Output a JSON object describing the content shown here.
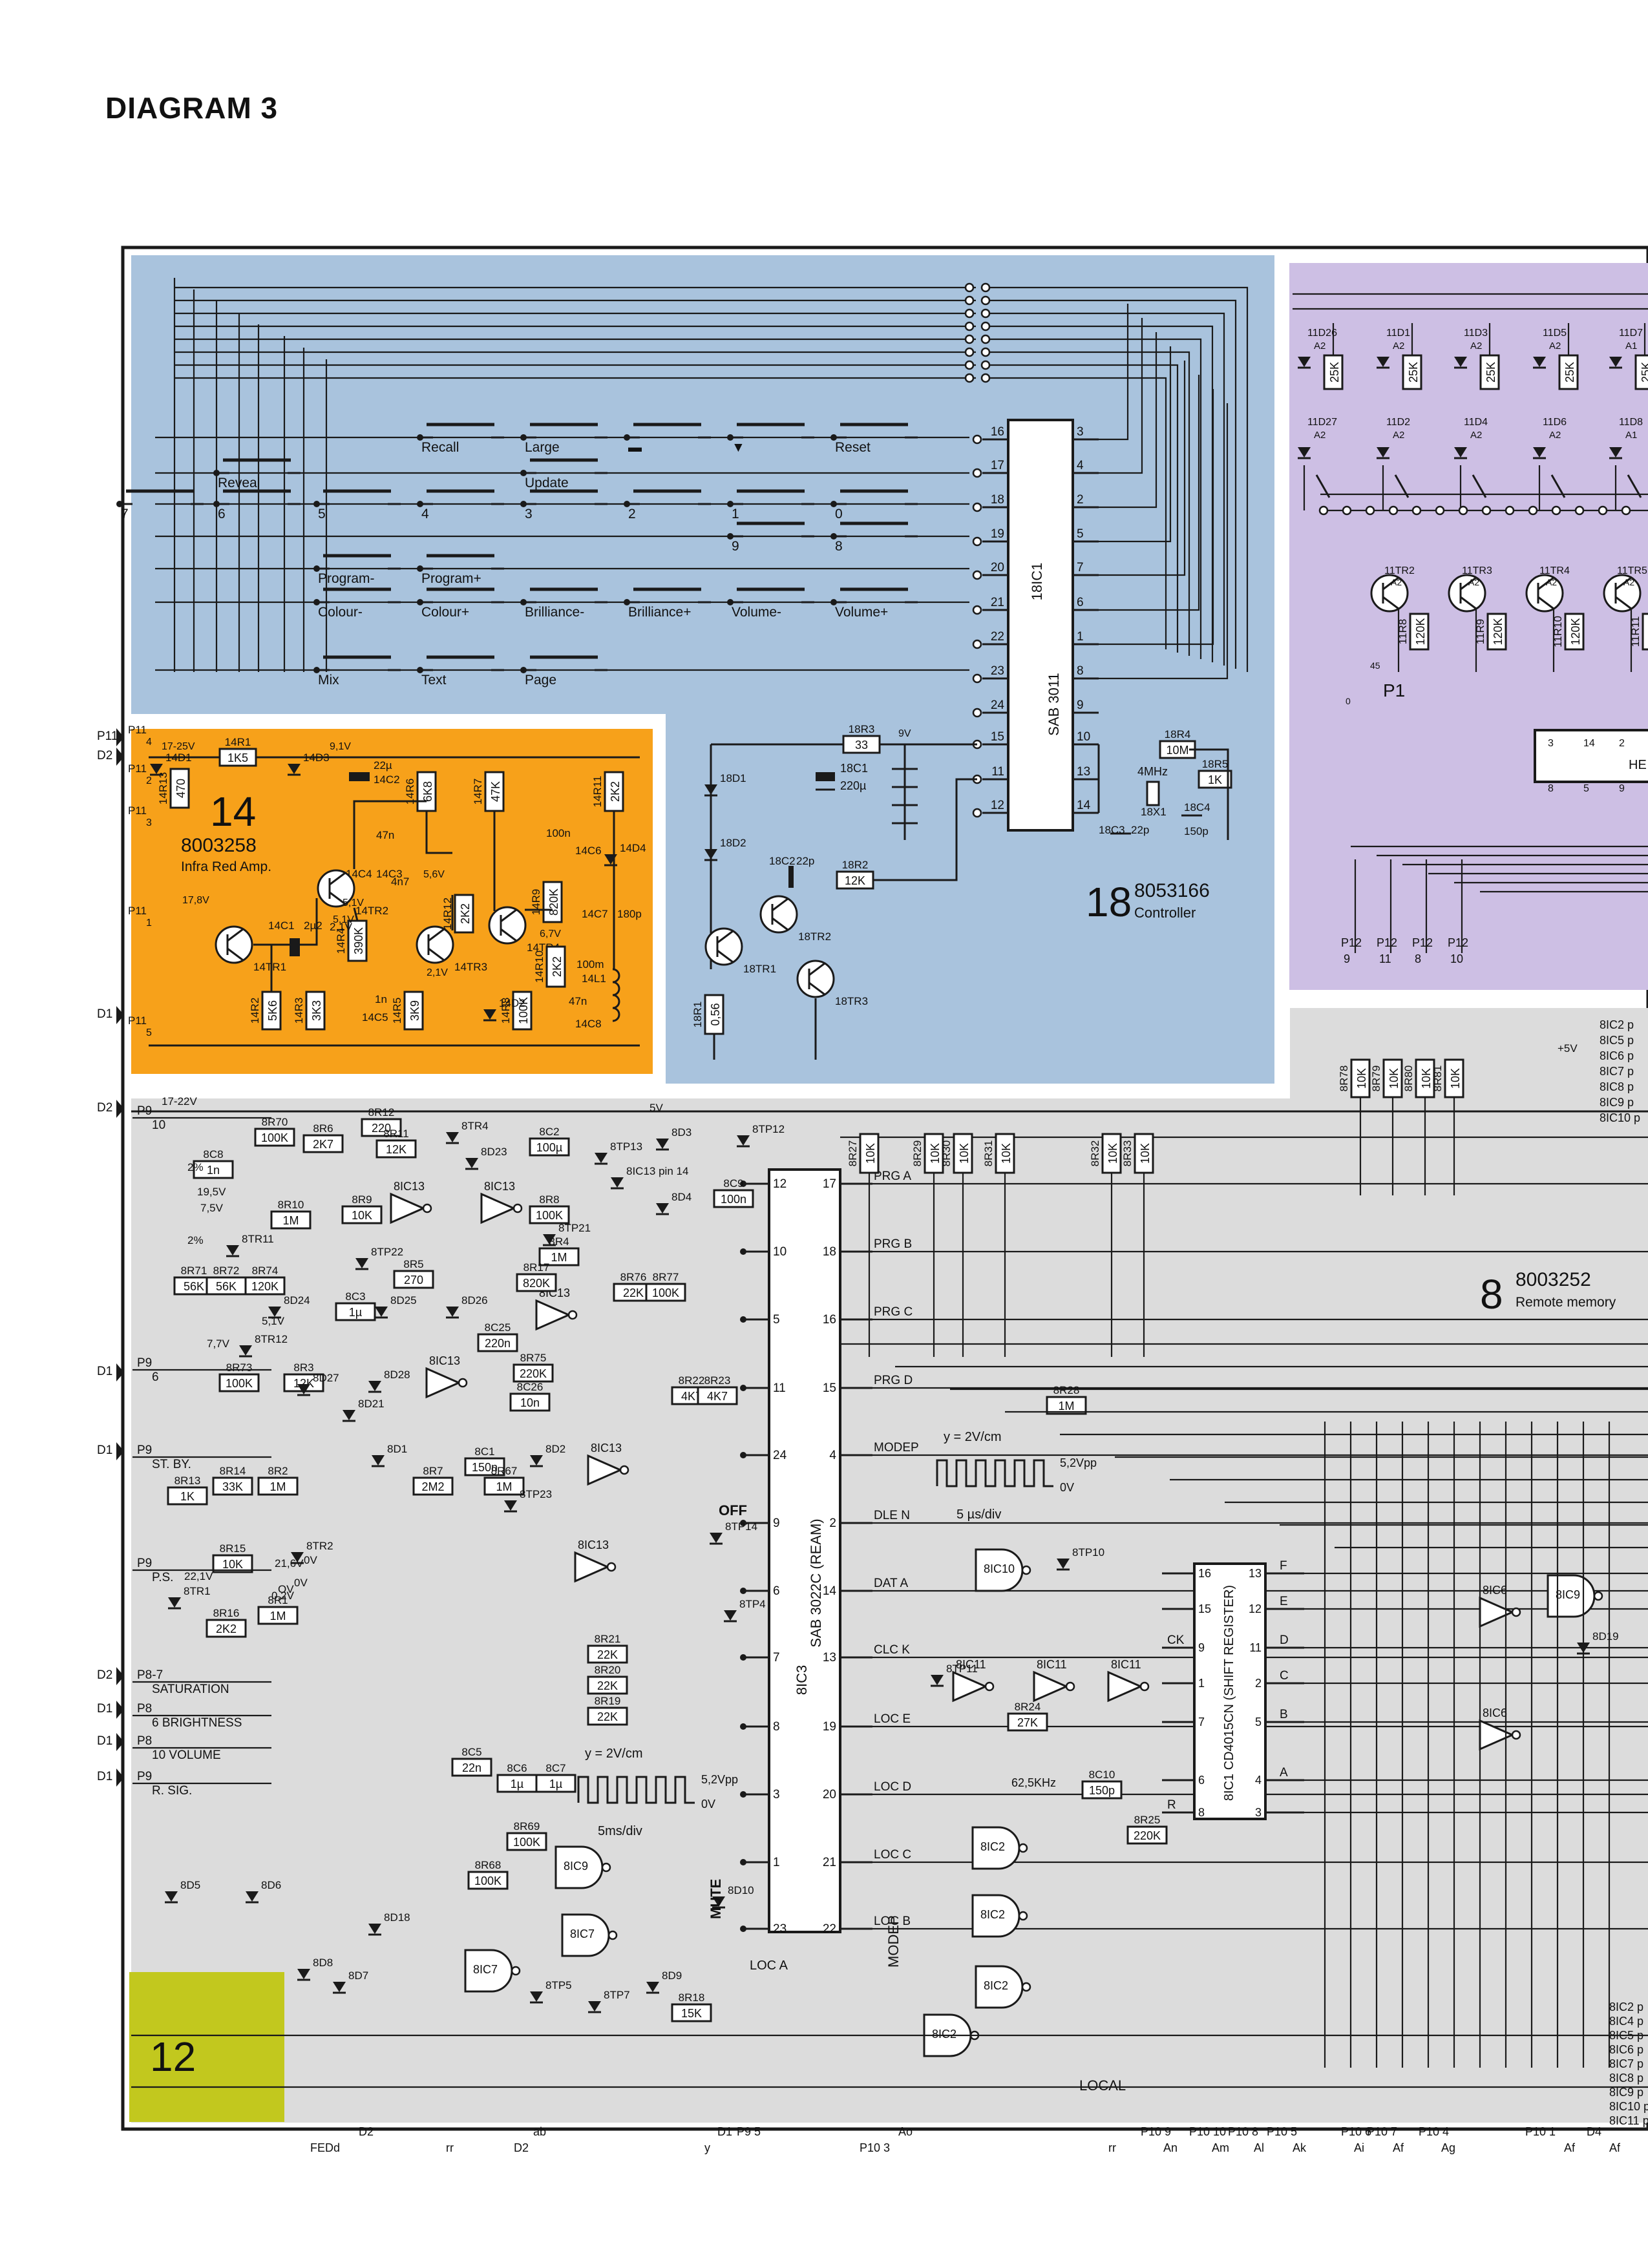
{
  "title": "DIAGRAM 3",
  "colors": {
    "controller_panel": "#a9c3dd",
    "ir_amp_panel": "#f7a11a",
    "display_panel": "#cdbfe4",
    "memory_panel": "#dcdcdc",
    "block12_panel": "#c2c81e",
    "ink": "#1a1a1a"
  },
  "blocks": {
    "controller": {
      "number": "18",
      "code": "8053166",
      "name": "Controller",
      "ic": "18IC1",
      "ic_type": "SAB 3011"
    },
    "ir_amp": {
      "number": "14",
      "code": "8003258",
      "name": "Infra Red Amp."
    },
    "memory": {
      "number": "8",
      "code": "8003252",
      "name": "Remote memory"
    },
    "block12": {
      "number": "12"
    }
  },
  "keys": [
    {
      "row": 0,
      "col": 4,
      "label": "Recall"
    },
    {
      "row": 0,
      "col": 5,
      "label": "Large"
    },
    {
      "row": 0,
      "col": 6,
      "label": "▬"
    },
    {
      "row": 0,
      "col": 7,
      "label": "▼"
    },
    {
      "row": 0,
      "col": 8,
      "label": "Reset"
    },
    {
      "row": 1,
      "col": 2,
      "label": "Reveal"
    },
    {
      "row": 1,
      "col": 5,
      "label": "Update"
    },
    {
      "row": 2,
      "col": 1,
      "label": "7"
    },
    {
      "row": 2,
      "col": 2,
      "label": "6"
    },
    {
      "row": 2,
      "col": 3,
      "label": "5"
    },
    {
      "row": 2,
      "col": 4,
      "label": "4"
    },
    {
      "row": 2,
      "col": 5,
      "label": "3"
    },
    {
      "row": 2,
      "col": 6,
      "label": "2"
    },
    {
      "row": 2,
      "col": 7,
      "label": "1"
    },
    {
      "row": 2,
      "col": 8,
      "label": "0"
    },
    {
      "row": 3,
      "col": 7,
      "label": "9"
    },
    {
      "row": 3,
      "col": 8,
      "label": "8"
    },
    {
      "row": 4,
      "col": 3,
      "label": "Program-"
    },
    {
      "row": 4,
      "col": 4,
      "label": "Program+"
    },
    {
      "row": 5,
      "col": 3,
      "label": "Colour-"
    },
    {
      "row": 5,
      "col": 4,
      "label": "Colour+"
    },
    {
      "row": 5,
      "col": 5,
      "label": "Brilliance-"
    },
    {
      "row": 5,
      "col": 6,
      "label": "Brilliance+"
    },
    {
      "row": 5,
      "col": 7,
      "label": "Volume-"
    },
    {
      "row": 5,
      "col": 8,
      "label": "Volume+"
    },
    {
      "row": 6,
      "col": 3,
      "label": "Mix"
    },
    {
      "row": 6,
      "col": 4,
      "label": "Text"
    },
    {
      "row": 6,
      "col": 5,
      "label": "Page"
    }
  ],
  "ctrl_pins_left": [
    "16",
    "17",
    "18",
    "19",
    "20",
    "21",
    "22",
    "23",
    "24",
    "15",
    "11",
    "12"
  ],
  "ctrl_pins_right": [
    "3",
    "4",
    "2",
    "5",
    "7",
    "6",
    "1",
    "8",
    "9",
    "10",
    "13",
    "14"
  ],
  "ctrl_parts": [
    {
      "label": "18R3",
      "value": "33"
    },
    {
      "label": "18C1",
      "value": "220µ"
    },
    {
      "label": "9V"
    },
    {
      "label": "18D1"
    },
    {
      "label": "18D2"
    },
    {
      "label": "18C2",
      "value": "22p"
    },
    {
      "label": "18R2",
      "value": "12K"
    },
    {
      "label": "18TR2"
    },
    {
      "label": "18TR1"
    },
    {
      "label": "18TR3"
    },
    {
      "label": "18R1",
      "value": "0,56"
    },
    {
      "label": "18R4",
      "value": "10M"
    },
    {
      "label": "18R5",
      "value": "1K"
    },
    {
      "label": "18X1",
      "value": "4MHz"
    },
    {
      "label": "18C3",
      "value": "22p"
    },
    {
      "label": "18C4",
      "value": "150p"
    }
  ],
  "ir_parts": [
    {
      "label": "14R13",
      "value": "470"
    },
    {
      "label": "14R1",
      "value": "1K5"
    },
    {
      "label": "14D1"
    },
    {
      "label": "14D3"
    },
    {
      "label": "14C2",
      "value": "22µ"
    },
    {
      "label": "14R6",
      "value": "6K8"
    },
    {
      "label": "14R7",
      "value": "47K"
    },
    {
      "label": "14R11",
      "value": "2K2"
    },
    {
      "label": "14C3",
      "value": "47n"
    },
    {
      "label": "14C4",
      "value": "4n7"
    },
    {
      "label": "14C1",
      "value": "2µ2"
    },
    {
      "label": "14TR1"
    },
    {
      "label": "14TR2"
    },
    {
      "label": "14TR3"
    },
    {
      "label": "14TR4"
    },
    {
      "label": "14R2",
      "value": "5K6"
    },
    {
      "label": "14R3",
      "value": "3K3"
    },
    {
      "label": "14R4",
      "value": "390K"
    },
    {
      "label": "14R5",
      "value": "3K9"
    },
    {
      "label": "14C5",
      "value": "1n"
    },
    {
      "label": "14R12",
      "value": "2K2"
    },
    {
      "label": "14R9",
      "value": "820K"
    },
    {
      "label": "14R8",
      "value": "100K"
    },
    {
      "label": "14R10",
      "value": "2K2"
    },
    {
      "label": "14D2"
    },
    {
      "label": "14C6",
      "value": "100n"
    },
    {
      "label": "14D4"
    },
    {
      "label": "14C7",
      "value": "180p"
    },
    {
      "label": "14L1",
      "value": "100m"
    },
    {
      "label": "14C8",
      "value": "47n"
    }
  ],
  "ir_volts": [
    "17-25V",
    "9,1V",
    "5,1V",
    "17,8V",
    "5,1V",
    "5,6V",
    "2,1V",
    "6,7V"
  ],
  "ir_ports": [
    {
      "ref": "P11",
      "pin": "4"
    },
    {
      "ref": "P11",
      "pin": "2"
    },
    {
      "ref": "P11",
      "pin": "3"
    },
    {
      "ref": "P11",
      "pin": "1"
    },
    {
      "ref": "P11",
      "pin": "5"
    }
  ],
  "display": {
    "diodes_top": [
      "11D26",
      "11D1",
      "11D3",
      "11D5",
      "11D7"
    ],
    "diodes_bottom": [
      "11D27",
      "11D2",
      "11D4",
      "11D6",
      "11D8"
    ],
    "res_value": "25K",
    "transistors": [
      "11TR2",
      "11TR3",
      "11TR4",
      "11TR5"
    ],
    "resistors": [
      {
        "label": "11R8",
        "value": "120K"
      },
      {
        "label": "11R9",
        "value": "120K"
      },
      {
        "label": "11R10",
        "value": "120K"
      },
      {
        "label": "11R11",
        "value": ""
      }
    ],
    "pot": "P1",
    "grid": "A2",
    "grid_alt": "A1",
    "ic_label": "HE",
    "ic_pins_top": [
      "3",
      "14",
      "2"
    ],
    "ic_pins_bottom": [
      "8",
      "5",
      "9"
    ],
    "note": "45",
    "zero": "0"
  },
  "display_ports": [
    {
      "ref": "P12",
      "pin": "9"
    },
    {
      "ref": "P12",
      "pin": "11"
    },
    {
      "ref": "P12",
      "pin": "8"
    },
    {
      "ref": "P12",
      "pin": "10"
    }
  ],
  "memory": {
    "ic3_label": "8IC3",
    "ic3_type": "SAB 3022C (REAM)",
    "ic3_left_pins": [
      "12",
      "10",
      "5",
      "11",
      "24",
      "9",
      "6",
      "7",
      "8",
      "3",
      "1",
      "23"
    ],
    "ic3_right_pins": [
      "17",
      "18",
      "16",
      "15",
      "4",
      "2",
      "14",
      "13",
      "19",
      "20",
      "21",
      "22"
    ],
    "ic3_right_labels": [
      "PRG A",
      "PRG B",
      "PRG C",
      "PRG D",
      "MODEP",
      "DLE N",
      "DAT A",
      "CLC K",
      "LOC E",
      "LOC D",
      "LOC C",
      "LOC B"
    ],
    "ic3_bottom_label": "LOC A",
    "ic1_label": "8IC1 CD4015CN (SHIFT REGISTER)",
    "ic1_left_pins": [
      "16",
      "15",
      "9",
      "1",
      "7",
      "6",
      "8"
    ],
    "ic1_left_labels": [
      "",
      "",
      "CK",
      "",
      "",
      "",
      "R"
    ],
    "ic1_right_pins": [
      "13",
      "12",
      "11",
      "2",
      "5",
      "4",
      "3"
    ],
    "ic1_right_labels": [
      "F",
      "E",
      "D",
      "C",
      "B",
      "A",
      ""
    ],
    "top_resistors": [
      {
        "label": "8R27",
        "value": "10K"
      },
      {
        "label": "8R29",
        "value": "10K"
      },
      {
        "label": "8R30",
        "value": "10K"
      },
      {
        "label": "8R31",
        "value": "10K"
      },
      {
        "label": "8R32",
        "value": "10K"
      },
      {
        "label": "8R33",
        "value": "10K"
      }
    ],
    "p9_resistors": [
      {
        "label": "8R78",
        "value": "10K"
      },
      {
        "label": "8R79",
        "value": "10K"
      },
      {
        "label": "8R80",
        "value": "10K"
      },
      {
        "label": "8R81",
        "value": "10K"
      }
    ],
    "mid_parts": [
      {
        "label": "8R12",
        "value": "220"
      },
      {
        "label": "8R11",
        "value": "12K"
      },
      {
        "label": "8TR4"
      },
      {
        "label": "8C2",
        "value": "100µ"
      },
      {
        "label": "8D23"
      },
      {
        "label": "8TP13"
      },
      {
        "label": "8IC13 pin 14"
      },
      {
        "label": "8D3"
      },
      {
        "label": "8D4"
      },
      {
        "label": "8TP12"
      },
      {
        "label": "8C9",
        "value": "100n"
      },
      {
        "label": "8R70",
        "value": "100K"
      },
      {
        "label": "8R6",
        "value": "2K7"
      },
      {
        "label": "8C8",
        "value": "1n"
      },
      {
        "label": "8R10",
        "value": "1M"
      },
      {
        "label": "8R9",
        "value": "10K"
      },
      {
        "label": "8R8",
        "value": "100K"
      },
      {
        "label": "8TP21"
      },
      {
        "label": "8R4",
        "value": "1M"
      },
      {
        "label": "8TP22"
      },
      {
        "label": "8TR11"
      },
      {
        "label": "8R71",
        "value": "56K"
      },
      {
        "label": "8R72",
        "value": "56K"
      },
      {
        "label": "8R74",
        "value": "120K"
      },
      {
        "label": "8R5",
        "value": "270"
      },
      {
        "label": "8R17",
        "value": "820K"
      },
      {
        "label": "8R76",
        "value": "22K"
      },
      {
        "label": "8R77",
        "value": "100K"
      },
      {
        "label": "8D24"
      },
      {
        "label": "8C3",
        "value": "1µ"
      },
      {
        "label": "8D25"
      },
      {
        "label": "8D26"
      },
      {
        "label": "8C25",
        "value": "220n"
      },
      {
        "label": "8TR12"
      },
      {
        "label": "8R73",
        "value": "100K"
      },
      {
        "label": "8R3",
        "value": "12K"
      },
      {
        "label": "8D27"
      },
      {
        "label": "8D28"
      },
      {
        "label": "8R75",
        "value": "220K"
      },
      {
        "label": "8C26",
        "value": "10n"
      },
      {
        "label": "8D21"
      },
      {
        "label": "8D1"
      },
      {
        "label": "8R7",
        "value": "2M2"
      },
      {
        "label": "8C1",
        "value": "150n"
      },
      {
        "label": "8R67",
        "value": "1M"
      },
      {
        "label": "8D2"
      },
      {
        "label": "8TP23"
      },
      {
        "label": "8R22",
        "value": "4K7"
      },
      {
        "label": "8R23",
        "value": "4K7"
      },
      {
        "label": "8R13",
        "value": "1K"
      },
      {
        "label": "8R14",
        "value": "33K"
      },
      {
        "label": "8R2",
        "value": "1M"
      },
      {
        "label": "8R15",
        "value": "10K"
      },
      {
        "label": "8TR2"
      },
      {
        "label": "8TR1"
      },
      {
        "label": "8R16",
        "value": "2K2"
      },
      {
        "label": "8R1",
        "value": "1M"
      },
      {
        "label": "8R21",
        "value": "22K"
      },
      {
        "label": "8R20",
        "value": "22K"
      },
      {
        "label": "8R19",
        "value": "22K"
      },
      {
        "label": "8C5",
        "value": "22n"
      },
      {
        "label": "8C6",
        "value": "1µ"
      },
      {
        "label": "8C7",
        "value": "1µ"
      },
      {
        "label": "8R69",
        "value": "100K"
      },
      {
        "label": "8R68",
        "value": "100K"
      },
      {
        "label": "8D10"
      },
      {
        "label": "8D9"
      },
      {
        "label": "8R18",
        "value": "15K"
      },
      {
        "label": "8TP5"
      },
      {
        "label": "8TP7"
      },
      {
        "label": "8D5"
      },
      {
        "label": "8D6"
      },
      {
        "label": "8D18"
      },
      {
        "label": "8D8"
      },
      {
        "label": "8D7"
      },
      {
        "label": "8TP14"
      },
      {
        "label": "8R28",
        "value": "1M"
      },
      {
        "label": "8TP10"
      },
      {
        "label": "8TP11"
      },
      {
        "label": "8R24",
        "value": "27K"
      },
      {
        "label": "8C10",
        "value": "150p"
      },
      {
        "label": "8R25",
        "value": "220K"
      },
      {
        "label": "8D19"
      },
      {
        "label": "8TP4"
      }
    ],
    "gates": [
      "8IC13",
      "8IC13",
      "8IC13",
      "8IC13",
      "8IC13",
      "8IC13",
      "8IC9",
      "8IC7",
      "8IC7",
      "8IC10",
      "8IC11",
      "8IC11",
      "8IC11",
      "8IC2",
      "8IC2",
      "8IC2",
      "8IC2",
      "8IC9",
      "8IC6",
      "8IC6"
    ],
    "scope1": {
      "v": "y = 2V/cm",
      "t": "5 µs/div",
      "amp": "5,2Vpp",
      "zero": "0V"
    },
    "scope2": {
      "v": "y = 2V/cm",
      "t": "5ms/div",
      "amp": "5,2Vpp",
      "zero": "0V"
    },
    "freq": "62,5KHz",
    "misc": [
      "OFF",
      "MUTE",
      "MODEP",
      "LOCAL",
      "17-22V",
      "5V",
      "+5V",
      "2,1V",
      "21,6V",
      "7,5V",
      "0,2V",
      "19,5V",
      "5,1V",
      "7,7V",
      "0V",
      "0V",
      "22,1V",
      "2%",
      "2%",
      "OV"
    ],
    "left_ports": [
      {
        "ref": "P9",
        "label": "10"
      },
      {
        "ref": "P9",
        "label": "6"
      },
      {
        "ref": "P9",
        "label": "ST. BY."
      },
      {
        "ref": "P9",
        "label": "P.S."
      },
      {
        "ref": "P8-7",
        "label": "SATURATION"
      },
      {
        "ref": "P8",
        "label": "6 BRIGHTNESS"
      },
      {
        "ref": "P8",
        "label": "10 VOLUME"
      },
      {
        "ref": "P9",
        "label": "R. SIG."
      }
    ],
    "bottom_ports": [
      "FEDd",
      "D2",
      "D2",
      "ab",
      "rr",
      "D1",
      "y",
      "P9 5",
      "P10 3",
      "Ao",
      "rr",
      "P10 9",
      "An",
      "P10 10",
      "Am",
      "P10 8",
      "Al",
      "P10 5",
      "Ak",
      "P10 6",
      "Ai",
      "P10 7",
      "Af",
      "P10 4",
      "Ag",
      "P10 1",
      "Af",
      "D4",
      "Af"
    ],
    "right_list_top": [
      "8IC2 p",
      "8IC5 p",
      "8IC6 p",
      "8IC7 p",
      "8IC8 p",
      "8IC9 p",
      "8IC10 p"
    ],
    "right_list_bottom": [
      "8IC2 p",
      "8IC4 p",
      "8IC5 p",
      "8IC6 p",
      "8IC7 p",
      "8IC8 p",
      "8IC9 p",
      "8IC10 p",
      "8IC11 p"
    ]
  },
  "connector_letters": [
    "D2",
    "P11",
    "D1",
    "D2",
    "D1",
    "D2",
    "D1",
    "D1",
    "D1",
    "D1"
  ]
}
